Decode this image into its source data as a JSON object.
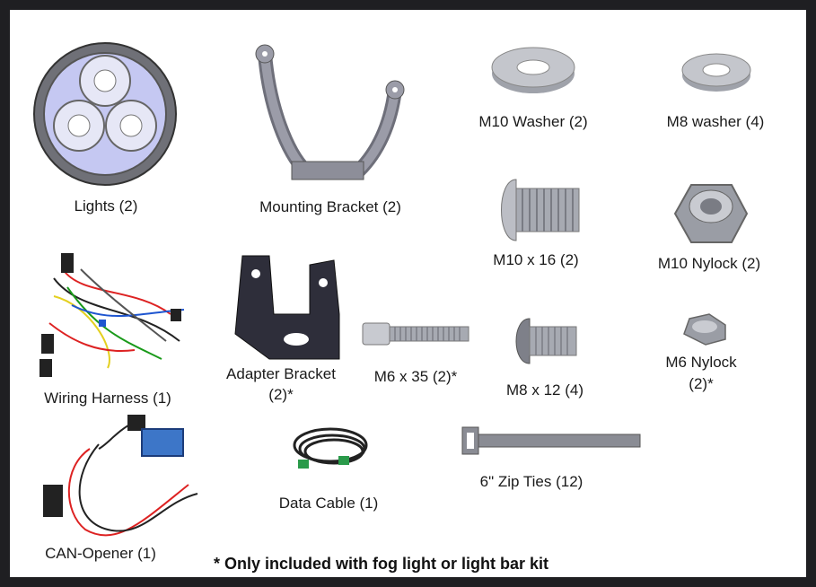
{
  "parts": {
    "lights": "Lights (2)",
    "mounting_bracket": "Mounting Bracket (2)",
    "m10_washer": "M10 Washer (2)",
    "m8_washer": "M8 washer (4)",
    "m10x16": "M10 x 16 (2)",
    "m10_nylock": "M10 Nylock (2)",
    "wiring_harness": "Wiring Harness (1)",
    "adapter_bracket_line1": "Adapter Bracket",
    "adapter_bracket_line2": "(2)*",
    "m6x35": "M6 x 35 (2)*",
    "m8x12": "M8 x 12 (4)",
    "m6_nylock_line1": "M6 Nylock",
    "m6_nylock_line2": "(2)*",
    "can_opener": "CAN-Opener (1)",
    "data_cable": "Data Cable (1)",
    "zip_ties": "6\" Zip Ties (12)"
  },
  "footnote": "* Only included with fog light or light bar kit",
  "colors": {
    "frame": "#1f1f22",
    "metal": "#b9bcc4",
    "lens": "#b9bdf0",
    "bracket": "#8d8e99"
  }
}
